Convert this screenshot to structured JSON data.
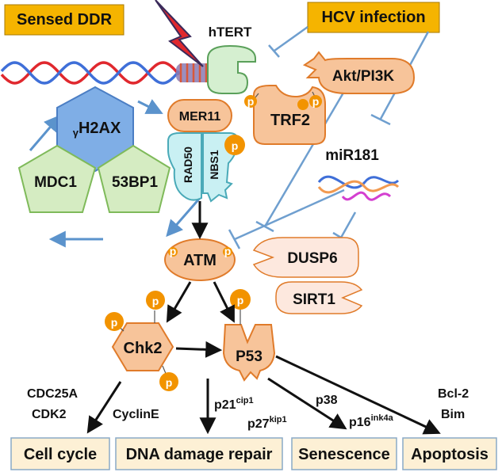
{
  "headers": {
    "sensed_ddr": "Sensed DDR",
    "hcv_infection": "HCV infection"
  },
  "proteins": {
    "htert": "hTERT",
    "akt": "Akt/PI3K",
    "trf2": "TRF2",
    "mer11": "MER11",
    "rad50": "RAD50",
    "nbs1": "NBS1",
    "h2ax_sub": "γ",
    "h2ax": "H2AX",
    "mdc1": "MDC1",
    "bp53": "53BP1",
    "mir181": "miR181",
    "atm": "ATM",
    "dusp6": "DUSP6",
    "sirt1": "SIRT1",
    "chk2": "Chk2",
    "p53": "P53",
    "phospho": "p"
  },
  "targets": {
    "cdc25a": "CDC25A",
    "cdk2": "CDK2",
    "cycline": "CyclinE",
    "p21": "p21",
    "p21_sup": "cip1",
    "p27": "p27",
    "p27_sup": "kip1",
    "p38": "p38",
    "p16": "p16",
    "p16_sup": "ink4a",
    "bcl2": "Bcl-2",
    "bim": "Bim"
  },
  "outcomes": {
    "cell_cycle": "Cell cycle",
    "dna_repair": "DNA damage repair",
    "senescence": "Senescence",
    "apoptosis": "Apoptosis"
  },
  "colors": {
    "header_fill": "#f5b400",
    "outcome_fill": "#fdf0d5",
    "protein_fill": "#f7c49a",
    "protein_stroke": "#e07b2a",
    "phospho": "#f29300",
    "hex_blue": "#7faee6",
    "pent_green": "#d5ecc2",
    "mrn_cyan": "#c9f0f3",
    "htert_green": "#d5efd0",
    "inhibit_blue": "#6f9fcf",
    "dna_red": "#e0282e",
    "dna_blue": "#3f6fd8"
  }
}
